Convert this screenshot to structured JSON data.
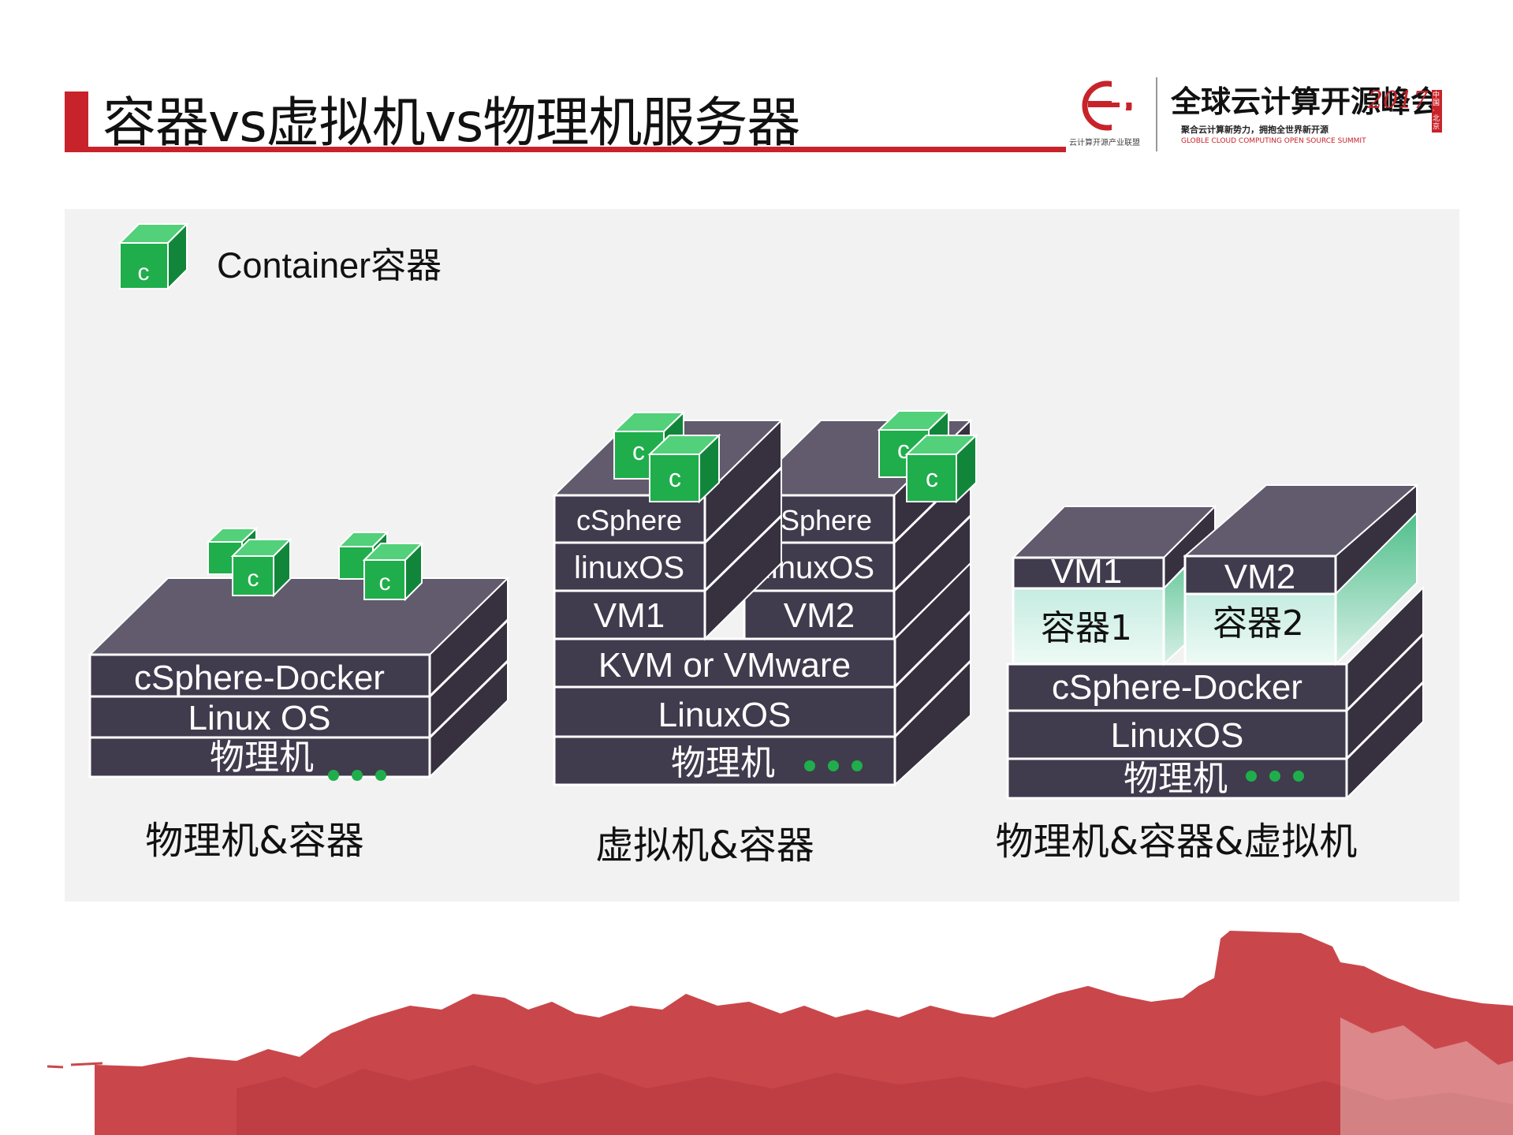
{
  "title": "容器vs虚拟机vs物理机服务器",
  "logo": {
    "alliance_name": "云计算开源产业联盟",
    "summit_name": "全球云计算开源峰会",
    "year": "2017",
    "slogan": "聚合云计算新势力，拥抱全世界新开源",
    "english": "GLOBLE CLOUD COMPUTING OPEN SOURCE SUMMIT",
    "badge": "中国·北京"
  },
  "legend": {
    "icon_letter": "c",
    "label": "Container容器"
  },
  "stack1": {
    "layers": [
      "cSphere-Docker",
      "Linux OS",
      "物理机"
    ],
    "caption": "物理机&容器"
  },
  "stack2": {
    "layers": [
      "KVM or VMware",
      "LinuxOS",
      "物理机"
    ],
    "vm_columns": [
      {
        "layers": [
          "cSphere",
          "linuxOS",
          "VM1"
        ]
      },
      {
        "layers": [
          "cSphere",
          "linuxOS",
          "VM2"
        ]
      }
    ],
    "caption": "虚拟机&容器"
  },
  "stack3": {
    "layers": [
      "cSphere-Docker",
      "LinuxOS",
      "物理机"
    ],
    "vms": [
      {
        "label": "VM1",
        "container": "容器1"
      },
      {
        "label": "VM2",
        "container": "容器2"
      }
    ],
    "caption": "物理机&容器&虚拟机"
  },
  "colors": {
    "accent_red": "#c8232a",
    "layer_front": "#403b4d",
    "layer_top": "#5f5a6a",
    "layer_side": "#36303f",
    "container_green": "#1fae4b",
    "panel_bg": "#f2f2f2",
    "mountain_red": "#c9474b"
  }
}
